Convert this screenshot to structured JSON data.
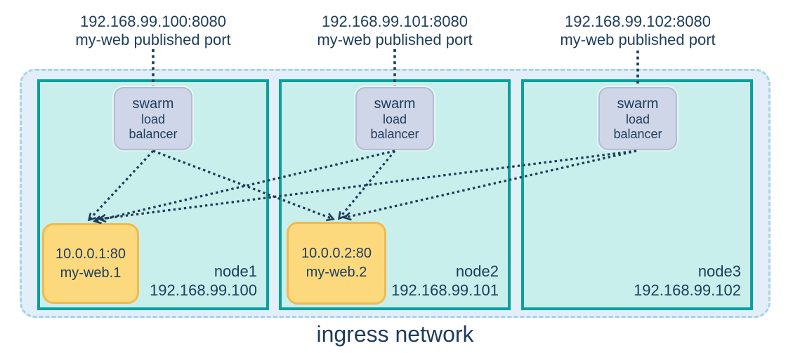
{
  "diagram_title": "ingress network",
  "published_ports": [
    {
      "address": "192.168.99.100:8080",
      "caption": "my-web published port"
    },
    {
      "address": "192.168.99.101:8080",
      "caption": "my-web published port"
    },
    {
      "address": "192.168.99.102:8080",
      "caption": "my-web published port"
    }
  ],
  "load_balancer": {
    "line1": "swarm",
    "line2": "load",
    "line3": "balancer"
  },
  "nodes": [
    {
      "name": "node1",
      "ip": "192.168.99.100",
      "task": {
        "address": "10.0.0.1:80",
        "name": "my-web.1"
      }
    },
    {
      "name": "node2",
      "ip": "192.168.99.101",
      "task": {
        "address": "10.0.0.2:80",
        "name": "my-web.2"
      }
    },
    {
      "name": "node3",
      "ip": "192.168.99.102"
    }
  ],
  "connections": [
    {
      "from": "published-port-192.168.99.100:8080",
      "to": "node1-load-balancer"
    },
    {
      "from": "published-port-192.168.99.101:8080",
      "to": "node2-load-balancer"
    },
    {
      "from": "published-port-192.168.99.102:8080",
      "to": "node3-load-balancer"
    },
    {
      "from": "node1-load-balancer",
      "to": "my-web.1"
    },
    {
      "from": "node1-load-balancer",
      "to": "my-web.2"
    },
    {
      "from": "node2-load-balancer",
      "to": "my-web.1"
    },
    {
      "from": "node2-load-balancer",
      "to": "my-web.2"
    },
    {
      "from": "node3-load-balancer",
      "to": "my-web.1"
    },
    {
      "from": "node3-load-balancer",
      "to": "my-web.2"
    }
  ],
  "colors": {
    "text": "#1e3c5a",
    "connector_dots": "#1e3c5a",
    "ingress_fill": "#e2eff9",
    "ingress_border": "#a9d2ea",
    "node_fill": "#c9efec",
    "node_border": "#0aa09c",
    "load_balancer_fill": "#cfd6e8",
    "load_balancer_border": "#b3bbd4",
    "task_fill": "#fdd97e",
    "task_border": "#f0ba4e"
  }
}
